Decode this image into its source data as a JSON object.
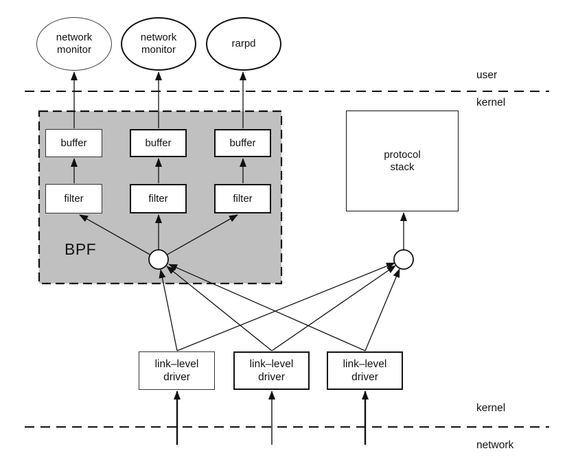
{
  "colors": {
    "background": "#ffffff",
    "stroke": "#111111",
    "bpf_fill": "#c0c0c0",
    "box_fill": "#ffffff"
  },
  "processes": [
    {
      "label": "network\nmonitor"
    },
    {
      "label": "network\nmonitor"
    },
    {
      "label": "rarpd"
    }
  ],
  "layers": {
    "top_above": "user",
    "top_below": "kernel",
    "bottom_above": "kernel",
    "bottom_below": "network"
  },
  "bpf": {
    "label": "BPF",
    "buffers": [
      {
        "label": "buffer"
      },
      {
        "label": "buffer"
      },
      {
        "label": "buffer"
      }
    ],
    "filters": [
      {
        "label": "filter"
      },
      {
        "label": "filter"
      },
      {
        "label": "filter"
      }
    ]
  },
  "protocol_stack": {
    "label": "protocol\nstack"
  },
  "drivers": [
    {
      "label": "link–level\ndriver"
    },
    {
      "label": "link–level\ndriver"
    },
    {
      "label": "link–level\ndriver"
    }
  ]
}
